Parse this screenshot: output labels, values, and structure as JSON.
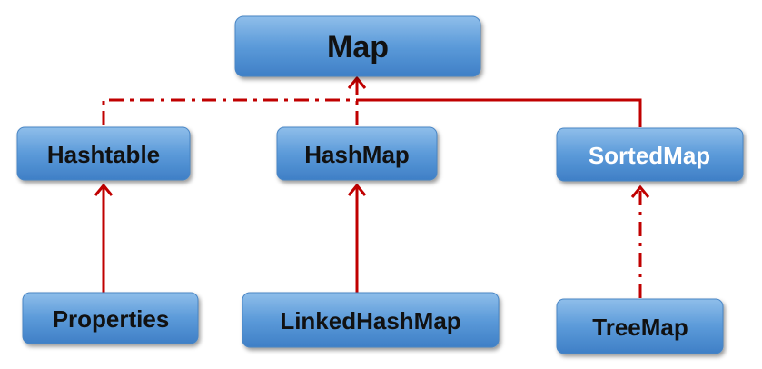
{
  "colors": {
    "box_top": "#8fbeea",
    "box_mid": "#5b9ad9",
    "box_bottom": "#3f7fc6",
    "box_shadow": "#9a9a9a",
    "connector": "#c00000",
    "label_dark": "#111111",
    "label_light": "#ffffff"
  },
  "nodes": {
    "map": {
      "label": "Map"
    },
    "hashtable": {
      "label": "Hashtable"
    },
    "hashmap": {
      "label": "HashMap"
    },
    "sortedmap": {
      "label": "SortedMap"
    },
    "properties": {
      "label": "Properties"
    },
    "linkedhashmap": {
      "label": "LinkedHashMap"
    },
    "treemap": {
      "label": "TreeMap"
    }
  },
  "edges": [
    {
      "from": "hashtable",
      "to": "map",
      "style": "dash-dot",
      "icon": "open-arrow-icon"
    },
    {
      "from": "hashmap",
      "to": "map",
      "style": "dash-dot",
      "icon": "open-arrow-icon"
    },
    {
      "from": "sortedmap",
      "to": "map",
      "style": "solid",
      "icon": "open-arrow-icon"
    },
    {
      "from": "properties",
      "to": "hashtable",
      "style": "solid",
      "icon": "open-arrow-icon"
    },
    {
      "from": "linkedhashmap",
      "to": "hashmap",
      "style": "solid",
      "icon": "open-arrow-icon"
    },
    {
      "from": "treemap",
      "to": "sortedmap",
      "style": "dash-dot",
      "icon": "open-arrow-icon"
    }
  ]
}
